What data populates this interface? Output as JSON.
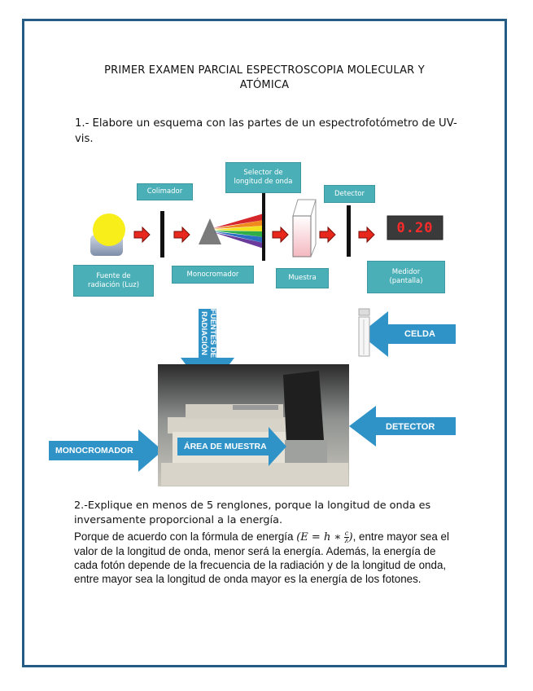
{
  "title_line1": "PRIMER EXAMEN PARCIAL ESPECTROSCOPIA MOLECULAR Y",
  "title_line2": "ATÓMICA",
  "question1": "1.- Elabore un esquema con las partes de un espectrofotómetro de UV-vis.",
  "diagram": {
    "colimador": "Colimador",
    "selector_line1": "Selector de",
    "selector_line2": "longitud de onda",
    "detector": "Detector",
    "fuente_line1": "Fuente de",
    "fuente_line2": "radiación (Luz)",
    "monocromador": "Monocromador",
    "muestra": "Muestra",
    "medidor_line1": "Medidor",
    "medidor_line2": "(pantalla)",
    "display_value": "0.20"
  },
  "photo_labels": {
    "fuentes_line1": "FUENTES DE",
    "fuentes_line2": "RADIACIÓN",
    "celda": "CELDA",
    "detector": "DETECTOR",
    "monocromador": "MONOCROMADOR",
    "area_muestra": "ÁREA DE MUESTRA"
  },
  "question2": "2.-Explique en menos de 5 renglones, porque la longitud de onda es inversamente proporcional a la energía.",
  "answer_part1": "Porque de acuerdo con la fórmula de energía",
  "formula_left": "E = h ∗",
  "formula_num": "c",
  "formula_den": "λ",
  "answer_part2": ", entre mayor sea el valor de la longitud de onda, menor será la energía. Además, la energía de cada fotón depende de la frecuencia de la radiación y de la longitud de onda, entre mayor sea la longitud de onda mayor es la energía de los fotones."
}
